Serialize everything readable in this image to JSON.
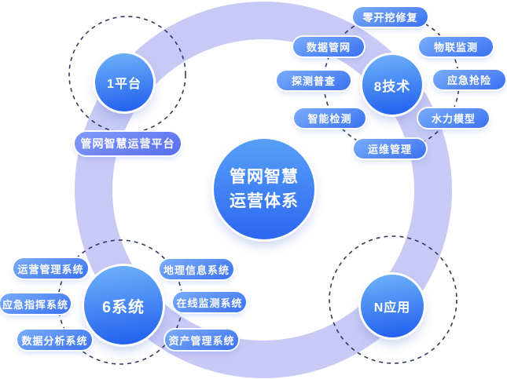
{
  "center": {
    "line1": "管网智慧",
    "line2": "运营体系"
  },
  "clusters": [
    {
      "id": "platform",
      "label": "1平台",
      "items": [
        "管网智慧运营平台"
      ]
    },
    {
      "id": "tech",
      "label": "8技术",
      "items": [
        "零开挖修复",
        "数据管网",
        "物联监测",
        "探测普查",
        "应急抢险",
        "智能检测",
        "水力模型",
        "运维管理"
      ]
    },
    {
      "id": "systems",
      "label": "6系统",
      "items": [
        "运营管理系统",
        "应急指挥系统",
        "数据分析系统",
        "地理信息系统",
        "在线监测系统",
        "资产管理系统"
      ]
    },
    {
      "id": "apps",
      "label": "N应用",
      "items": []
    }
  ],
  "colors": {
    "ring": "#c8c9f4",
    "dash_stroke": "#2f3a5c",
    "node_gradient_top": "#6cb0f9",
    "node_gradient_bottom": "#2160ee",
    "pill_gradient_top": "#74a7f9",
    "pill_gradient_bottom": "#3d74f2",
    "platform_pill_top": "#7e96f8",
    "platform_pill_bottom": "#5a70f1",
    "text": "#ffffff"
  }
}
